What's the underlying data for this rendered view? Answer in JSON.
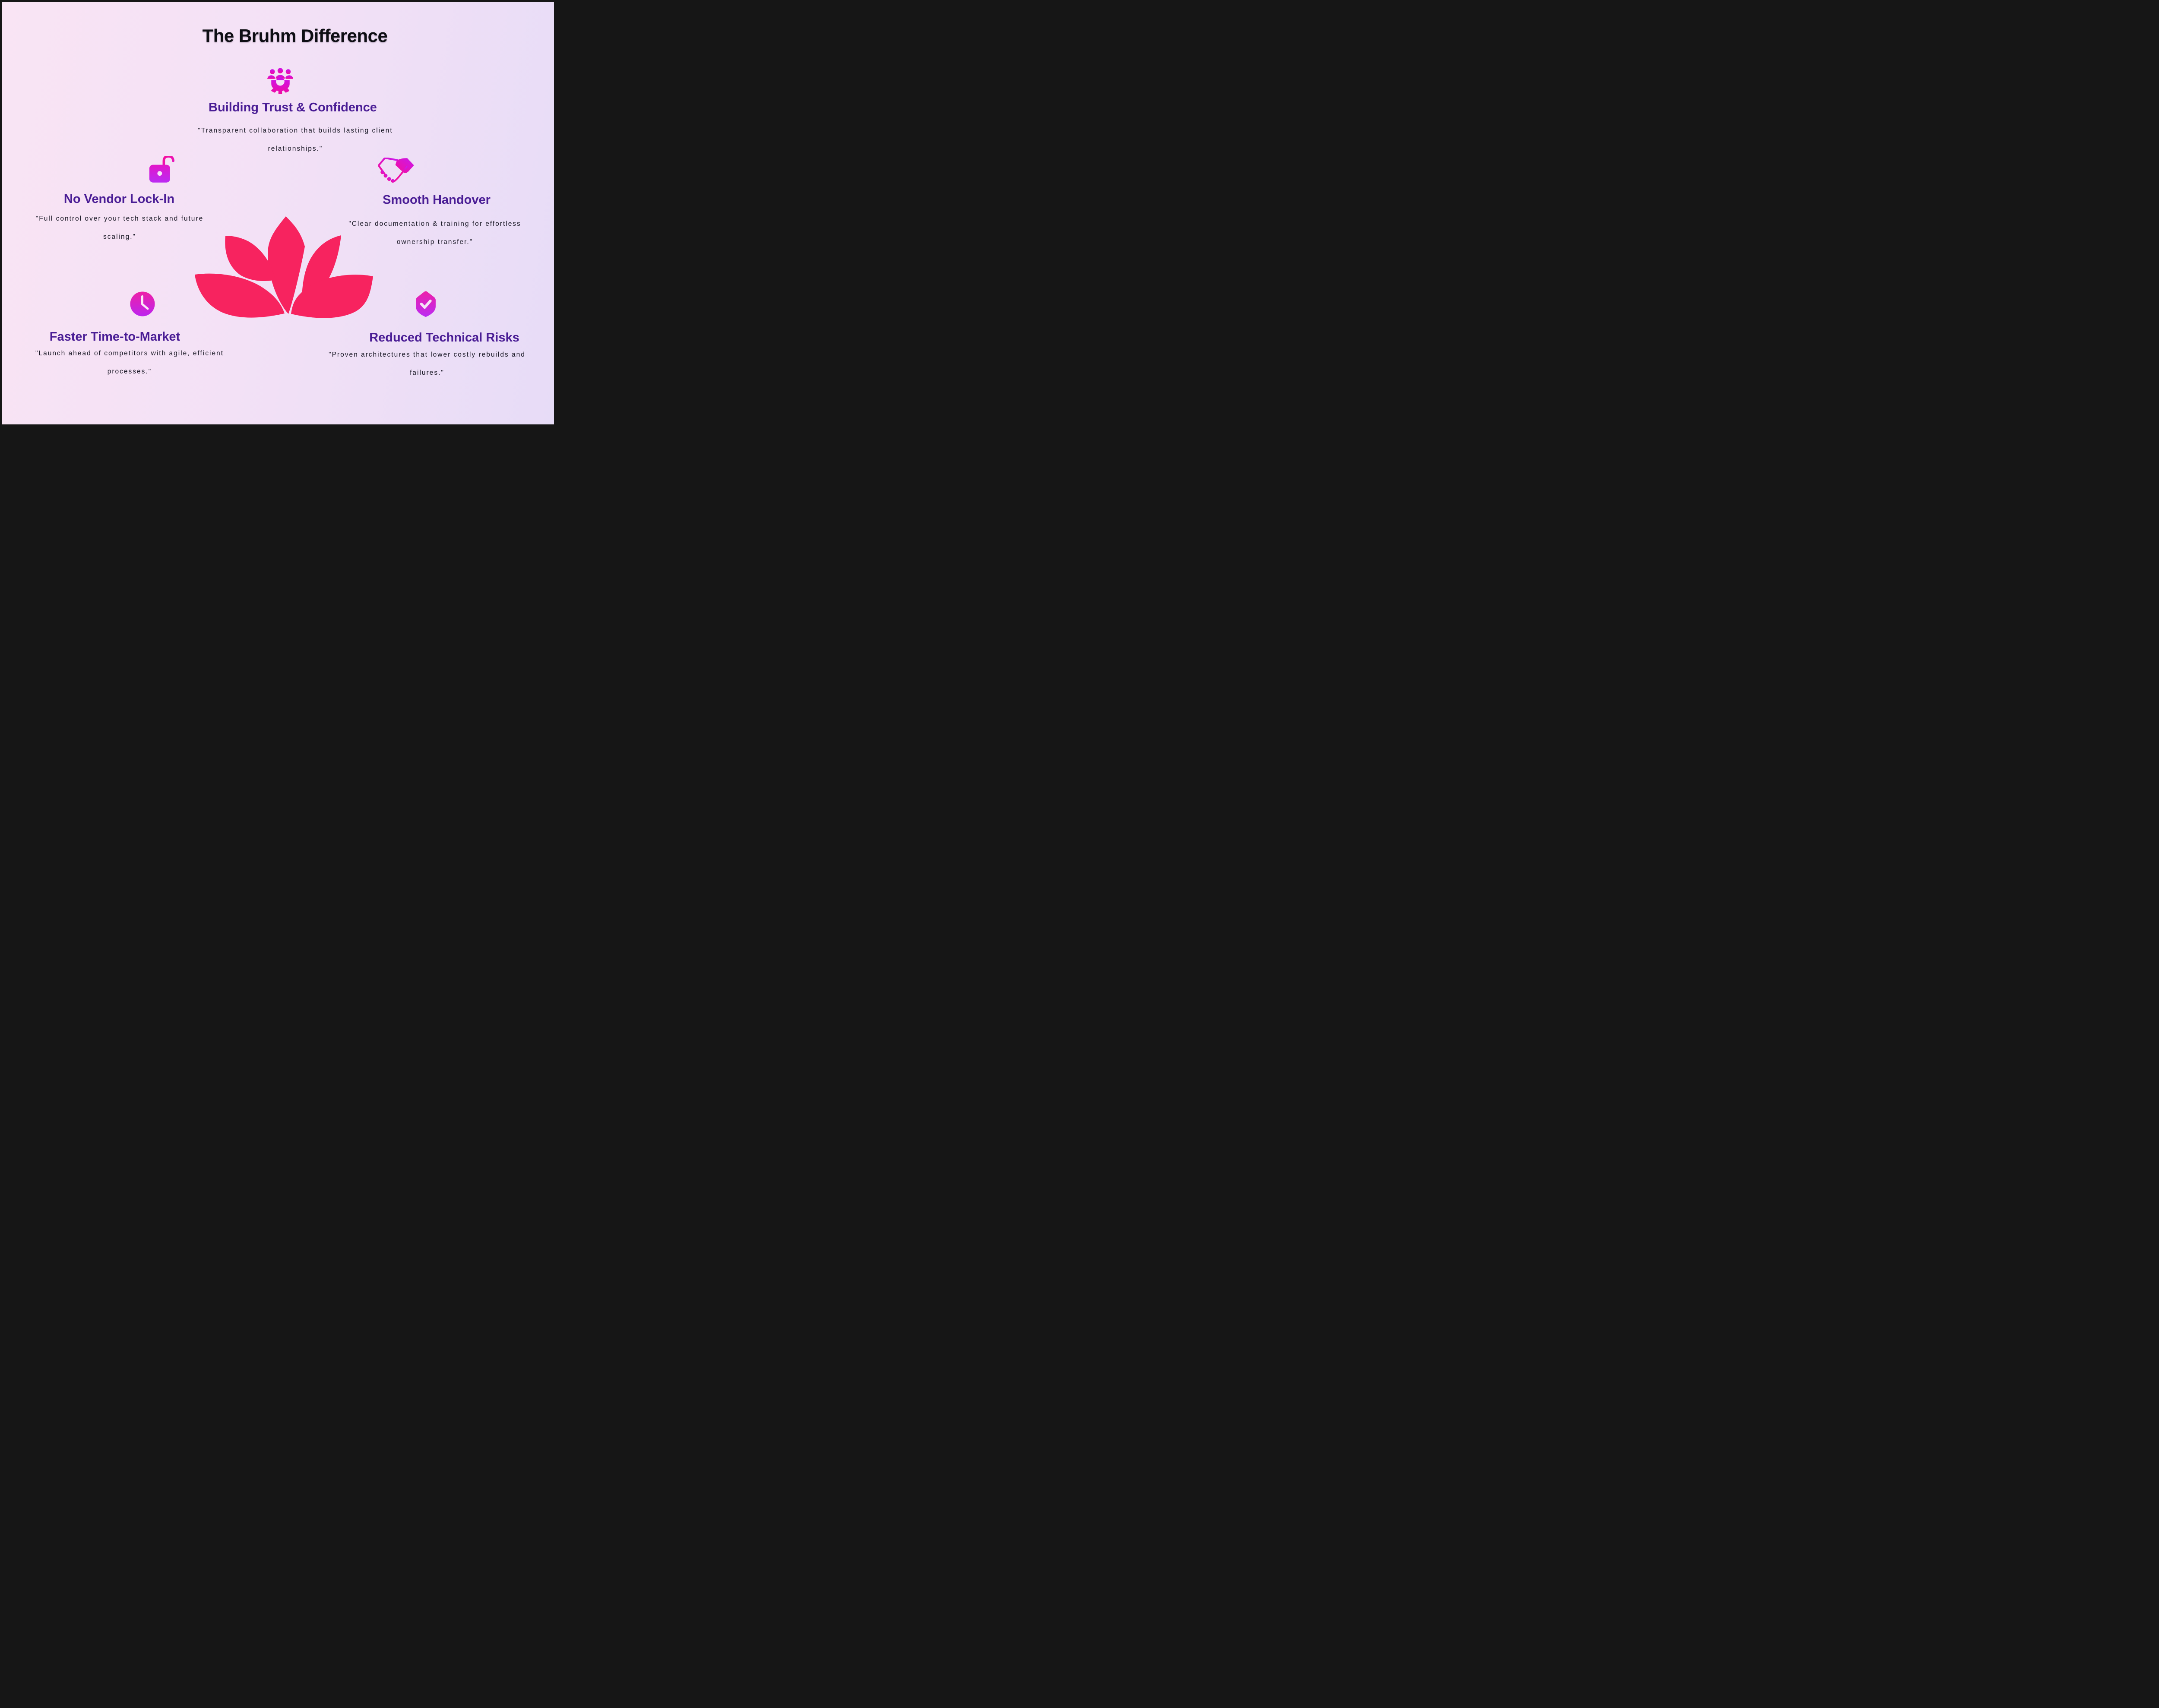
{
  "page": {
    "title": "The Bruhm Difference"
  },
  "theme": {
    "background_left": "#f9e4f4",
    "background_right": "#e7dcf7",
    "frame": "#161616",
    "title_color": "#0e0e14",
    "heading_color": "#4a1d95",
    "body_color": "#191825",
    "icon_gradient_magenta": "#c918ef",
    "icon_gradient_pink": "#f60f9b",
    "lotus_pink": "#f7235f"
  },
  "logo": {
    "name": "lotus-logo"
  },
  "sections": {
    "trust": {
      "icon": "team-gear-icon",
      "heading": "Building Trust & Confidence",
      "quote": [
        "\"Transparent collaboration that builds lasting client",
        "relationships.\""
      ]
    },
    "vendor": {
      "icon": "unlock-icon",
      "heading": "No Vendor Lock-In",
      "quote": [
        "\"Full control over your tech stack and future",
        "scaling.\""
      ]
    },
    "handover": {
      "icon": "handshake-icon",
      "heading": "Smooth Handover",
      "quote": [
        "\"Clear documentation & training for effortless",
        "ownership transfer.\""
      ]
    },
    "speed": {
      "icon": "clock-icon",
      "heading": "Faster Time-to-Market",
      "quote": [
        "\"Launch ahead of competitors with agile, efficient",
        "processes.\""
      ]
    },
    "risk": {
      "icon": "shield-check-icon",
      "heading": "Reduced Technical Risks",
      "quote": [
        "\"Proven architectures that lower costly rebuilds and",
        "failures.\""
      ]
    }
  }
}
